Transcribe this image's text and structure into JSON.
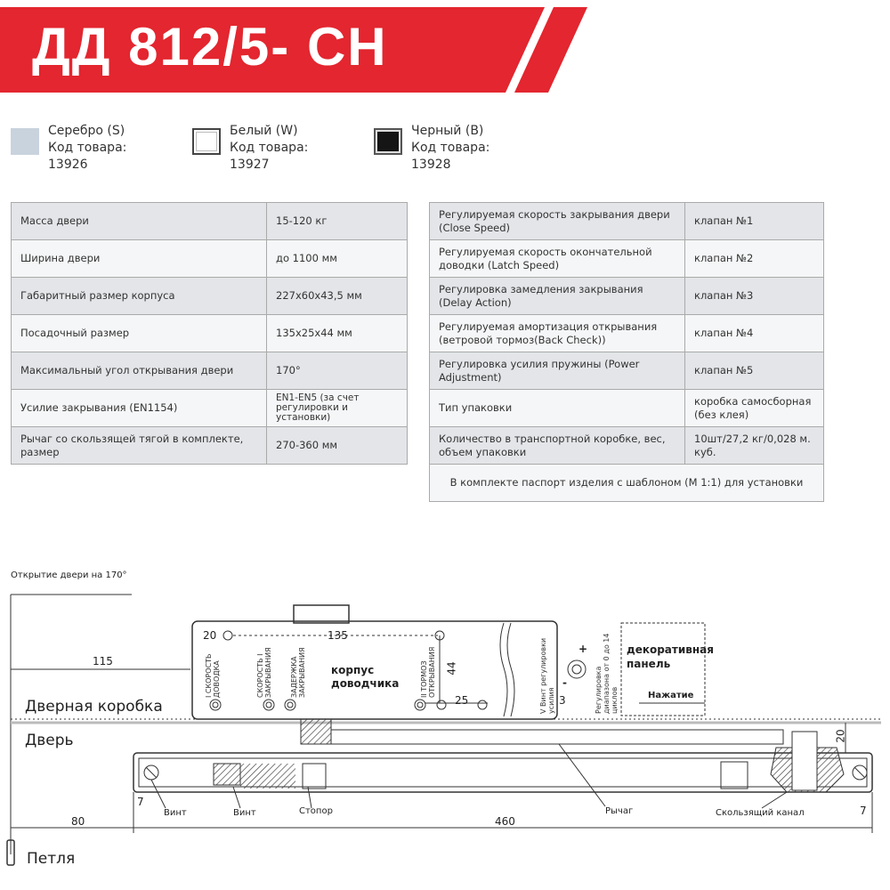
{
  "header": {
    "title": "ДД 812/5- CH",
    "color": "#e3262f"
  },
  "colors": [
    {
      "name": "Серебро (S)",
      "code_label": "Код товара:",
      "code": "13926",
      "swatch": "#c9d3dd"
    },
    {
      "name": "Белый (W)",
      "code_label": "Код товара:",
      "code": "13927",
      "swatch": "#ffffff"
    },
    {
      "name": "Черный (B)",
      "code_label": "Код товара:",
      "code": "13928",
      "swatch": "#151515"
    }
  ],
  "specs_left": [
    [
      "Масса двери",
      "15-120 кг"
    ],
    [
      "Ширина двери",
      "до 1100 мм"
    ],
    [
      "Габаритный размер корпуса",
      "227х60х43,5 мм"
    ],
    [
      "Посадочный размер",
      "135х25х44 мм"
    ],
    [
      "Максимальный угол открывания двери",
      "170°"
    ],
    [
      "Усилие закрывания (EN1154)",
      "EN1-EN5 (за счет регулировки и установки)"
    ],
    [
      "Рычаг со скользящей тягой в комплекте, размер",
      "270-360 мм"
    ]
  ],
  "specs_right": [
    [
      "Регулируемая скорость закрывания двери (Close Speed)",
      "клапан №1"
    ],
    [
      "Регулируемая скорость окончательной доводки (Latch Speed)",
      "клапан №2"
    ],
    [
      "Регулировка замедления закрывания (Delay Action)",
      "клапан №3"
    ],
    [
      "Регулируемая амортизация открывания (ветровой тормоз(Back Check))",
      "клапан №4"
    ],
    [
      "Регулировка усилия пружины (Power Adjustment)",
      "клапан №5"
    ],
    [
      "Тип упаковки",
      "коробка самосборная (без клея)"
    ],
    [
      "Количество в транспортной коробке, вес, объем упаковки",
      "10шт/27,2 кг/0,028 м. куб."
    ]
  ],
  "specs_note": "В комплекте паспорт изделия с шаблоном (М 1:1) для установки",
  "diagram": {
    "opening_label": "Открытие двери на 170°",
    "dim_115": "115",
    "dim_20": "20",
    "dim_135": "135",
    "dim_44": "44",
    "dim_25": "25",
    "dim_3": "3",
    "dim_20b": "20",
    "dim_7a": "7",
    "dim_7b": "7",
    "dim_80": "80",
    "dim_460": "460",
    "body_label": "корпус доводчика",
    "valve1": "I СКОРОСТЬ ДОВОДКА",
    "valve2": "СКОРОСТЬ I ЗАКРЫВАНИЯ",
    "valve3": "ЗАДЕРЖКА ЗАКРЫВАНИЯ",
    "valve4": "II ТОРМОЗ ОТКРЫВАНИЯ",
    "screw_label": "V Винт регулировки усилия",
    "reg_label": "Регулировка диапазона от 0 до 14 циклов",
    "plus": "+",
    "minus": "-",
    "panel_label": "декоративная панель",
    "press_label": "Нажатие",
    "frame_label": "Дверная коробка",
    "door_label": "Дверь",
    "screw1": "Винт",
    "screw2": "Винт",
    "stopper": "Стопор",
    "arm": "Рычаг",
    "channel": "Скользящий канал",
    "hinge": "Петля"
  }
}
